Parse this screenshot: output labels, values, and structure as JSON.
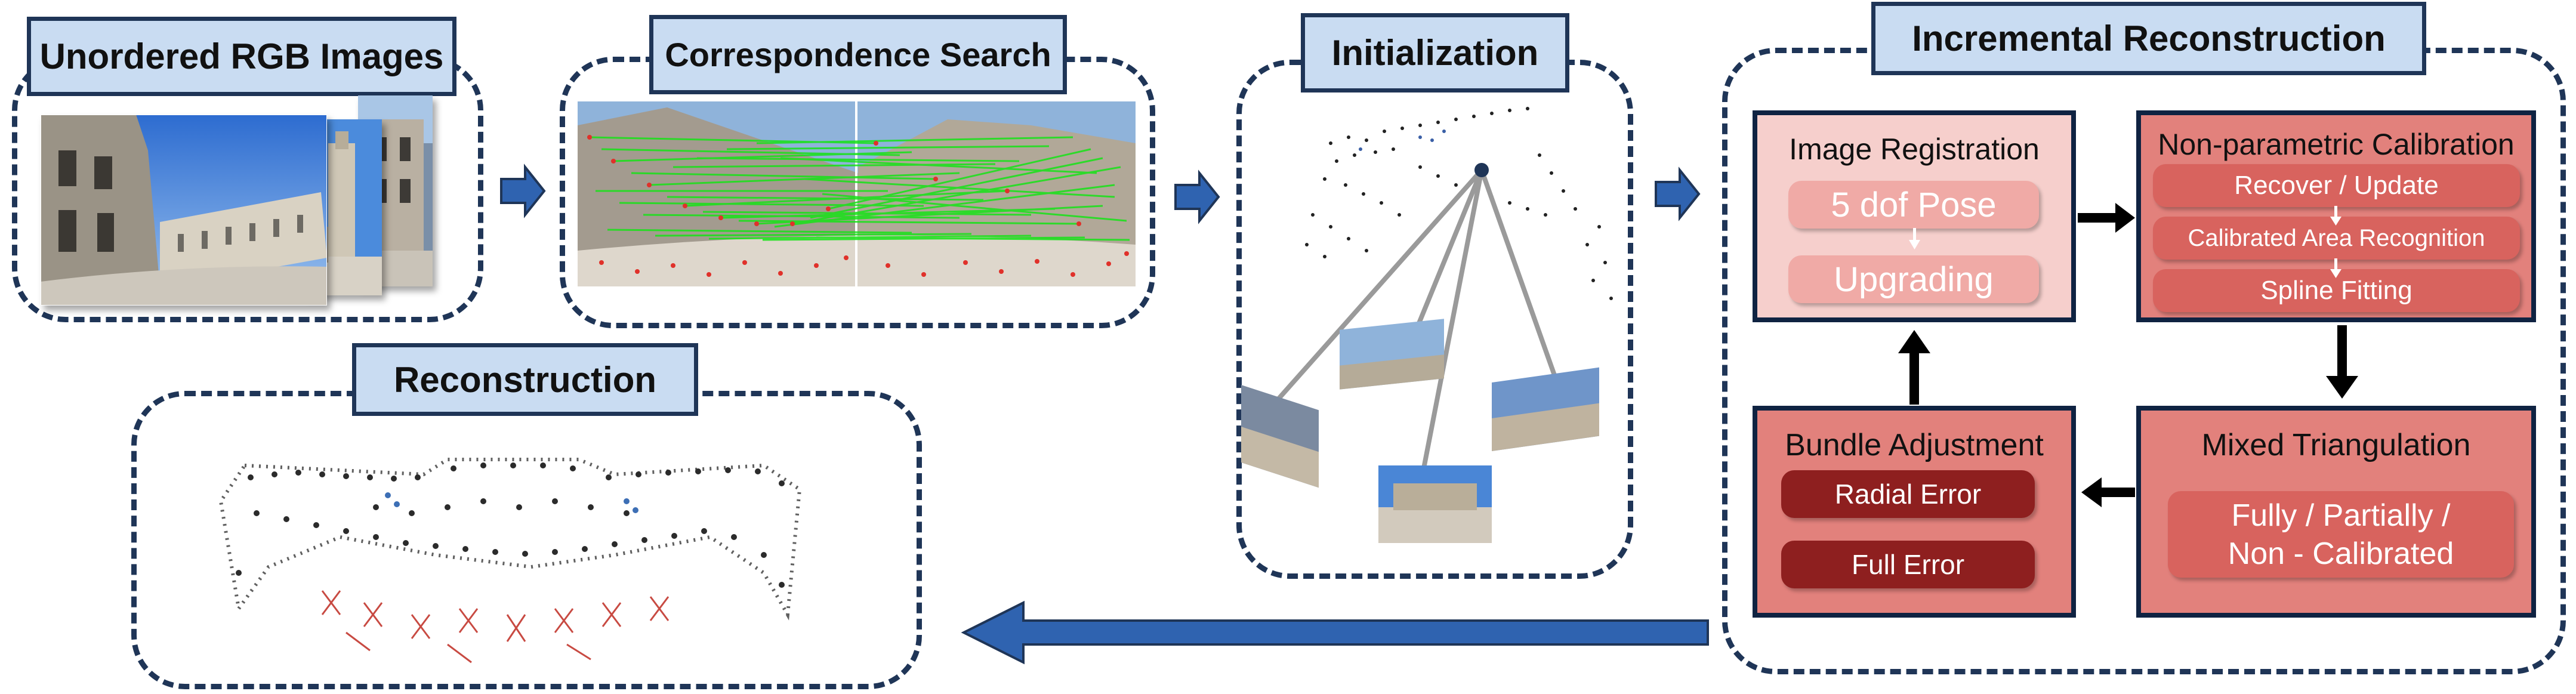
{
  "stages": {
    "unordered": "Unordered RGB Images",
    "correspondence": "Correspondence Search",
    "initialization": "Initialization",
    "incremental": "Incremental Reconstruction",
    "reconstruction": "Reconstruction"
  },
  "image_registration": {
    "title": "Image Registration",
    "step1": "5 dof Pose",
    "step2": "Upgrading"
  },
  "calibration": {
    "title": "Non-parametric Calibration",
    "step1": "Recover / Update",
    "step2": "Calibrated Area Recognition",
    "step3": "Spline Fitting"
  },
  "triangulation": {
    "title": "Mixed Triangulation",
    "line1": "Fully / Partially /",
    "line2": "Non - Calibrated"
  },
  "bundle_adjustment": {
    "title": "Bundle Adjustment",
    "item1": "Radial Error",
    "item2": "Full Error"
  },
  "colors": {
    "panel_border": "#1f3557",
    "title_fill": "#c9dcf2",
    "arrow_blue": "#2f63b0",
    "light_box": "#f6cfcc",
    "mid_box": "#e2817c",
    "light_pill": "#f0aaa6",
    "mid_pill": "#d8635e",
    "dark_pill": "#8e1f1f"
  }
}
